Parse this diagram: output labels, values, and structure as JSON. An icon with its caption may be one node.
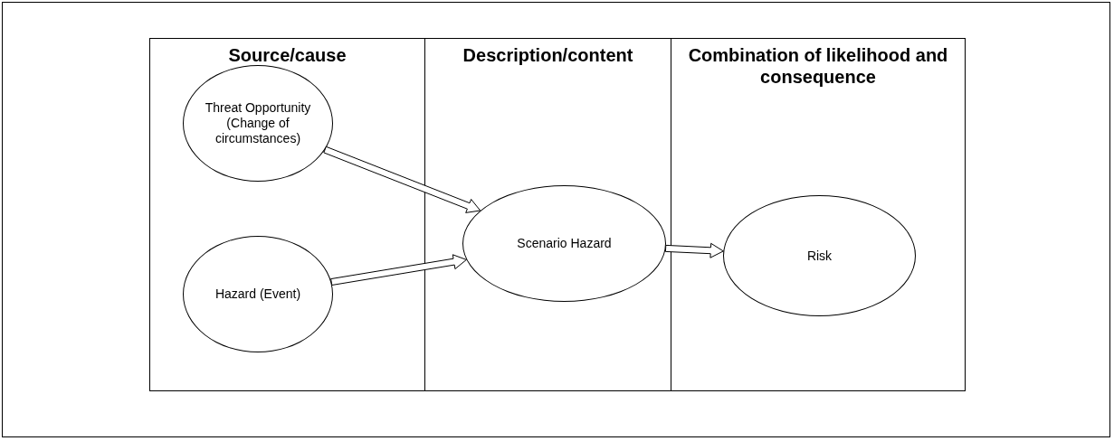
{
  "diagram": {
    "nodes": [
      {
        "text": [
          "Source/cause"
        ]
      },
      {
        "text": [
          "Threat Opportunity (Change of circumstances)"
        ],
        "in": 0
      },
      {
        "text": [
          "Hazard (Event)"
        ],
        "in": 0
      },
      {
        "text": [
          "Description/content"
        ]
      },
      {
        "text": [
          "Scenario Hazard"
        ],
        "in": 3
      },
      {
        "text": [
          "Combination of likelihood and consequence"
        ]
      },
      {
        "text": [
          "Risk"
        ],
        "in": 5
      }
    ],
    "edges": [
      {
        "from": 1,
        "to": 4,
        "arrow": "to"
      },
      {
        "from": 2,
        "to": 4,
        "arrow": "to"
      },
      {
        "from": 4,
        "to": 6,
        "arrow": "to"
      }
    ]
  }
}
